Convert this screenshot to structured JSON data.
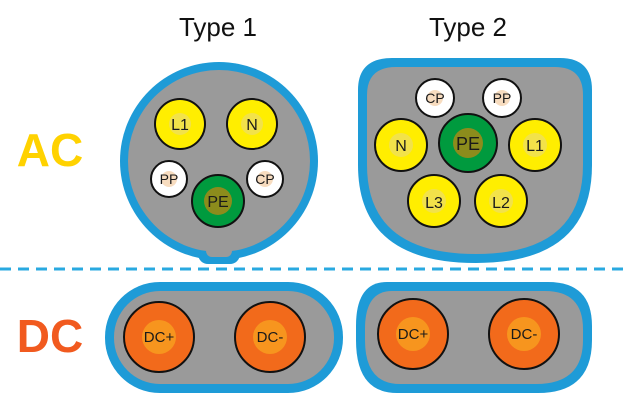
{
  "titles": {
    "type1": "Type 1",
    "type2": "Type 2"
  },
  "row_labels": {
    "ac": "AC",
    "dc": "DC"
  },
  "colors": {
    "housing_outer": "#1e9bd7",
    "housing_inner": "#9a9a9a",
    "ac_label": "#ffd200",
    "dc_label": "#f15a1f",
    "divider": "#29a9e0",
    "yellow_pin": "#ffee00",
    "yellow_ring": "#f2e24a",
    "white_pin": "#ffffff",
    "small_pin_dot": "#f7dcbf",
    "pe_ring": "#009a3e",
    "pe_center": "#8c8c1c",
    "dc_pin": "#f26a1b",
    "dc_center": "#f7951e"
  },
  "pins": {
    "type1_ac": [
      "L1",
      "N",
      "PP",
      "CP",
      "PE"
    ],
    "type2_ac": [
      "CP",
      "PP",
      "N",
      "PE",
      "L1",
      "L3",
      "L2"
    ],
    "type1_dc": [
      "DC+",
      "DC-"
    ],
    "type2_dc": [
      "DC+",
      "DC-"
    ]
  }
}
